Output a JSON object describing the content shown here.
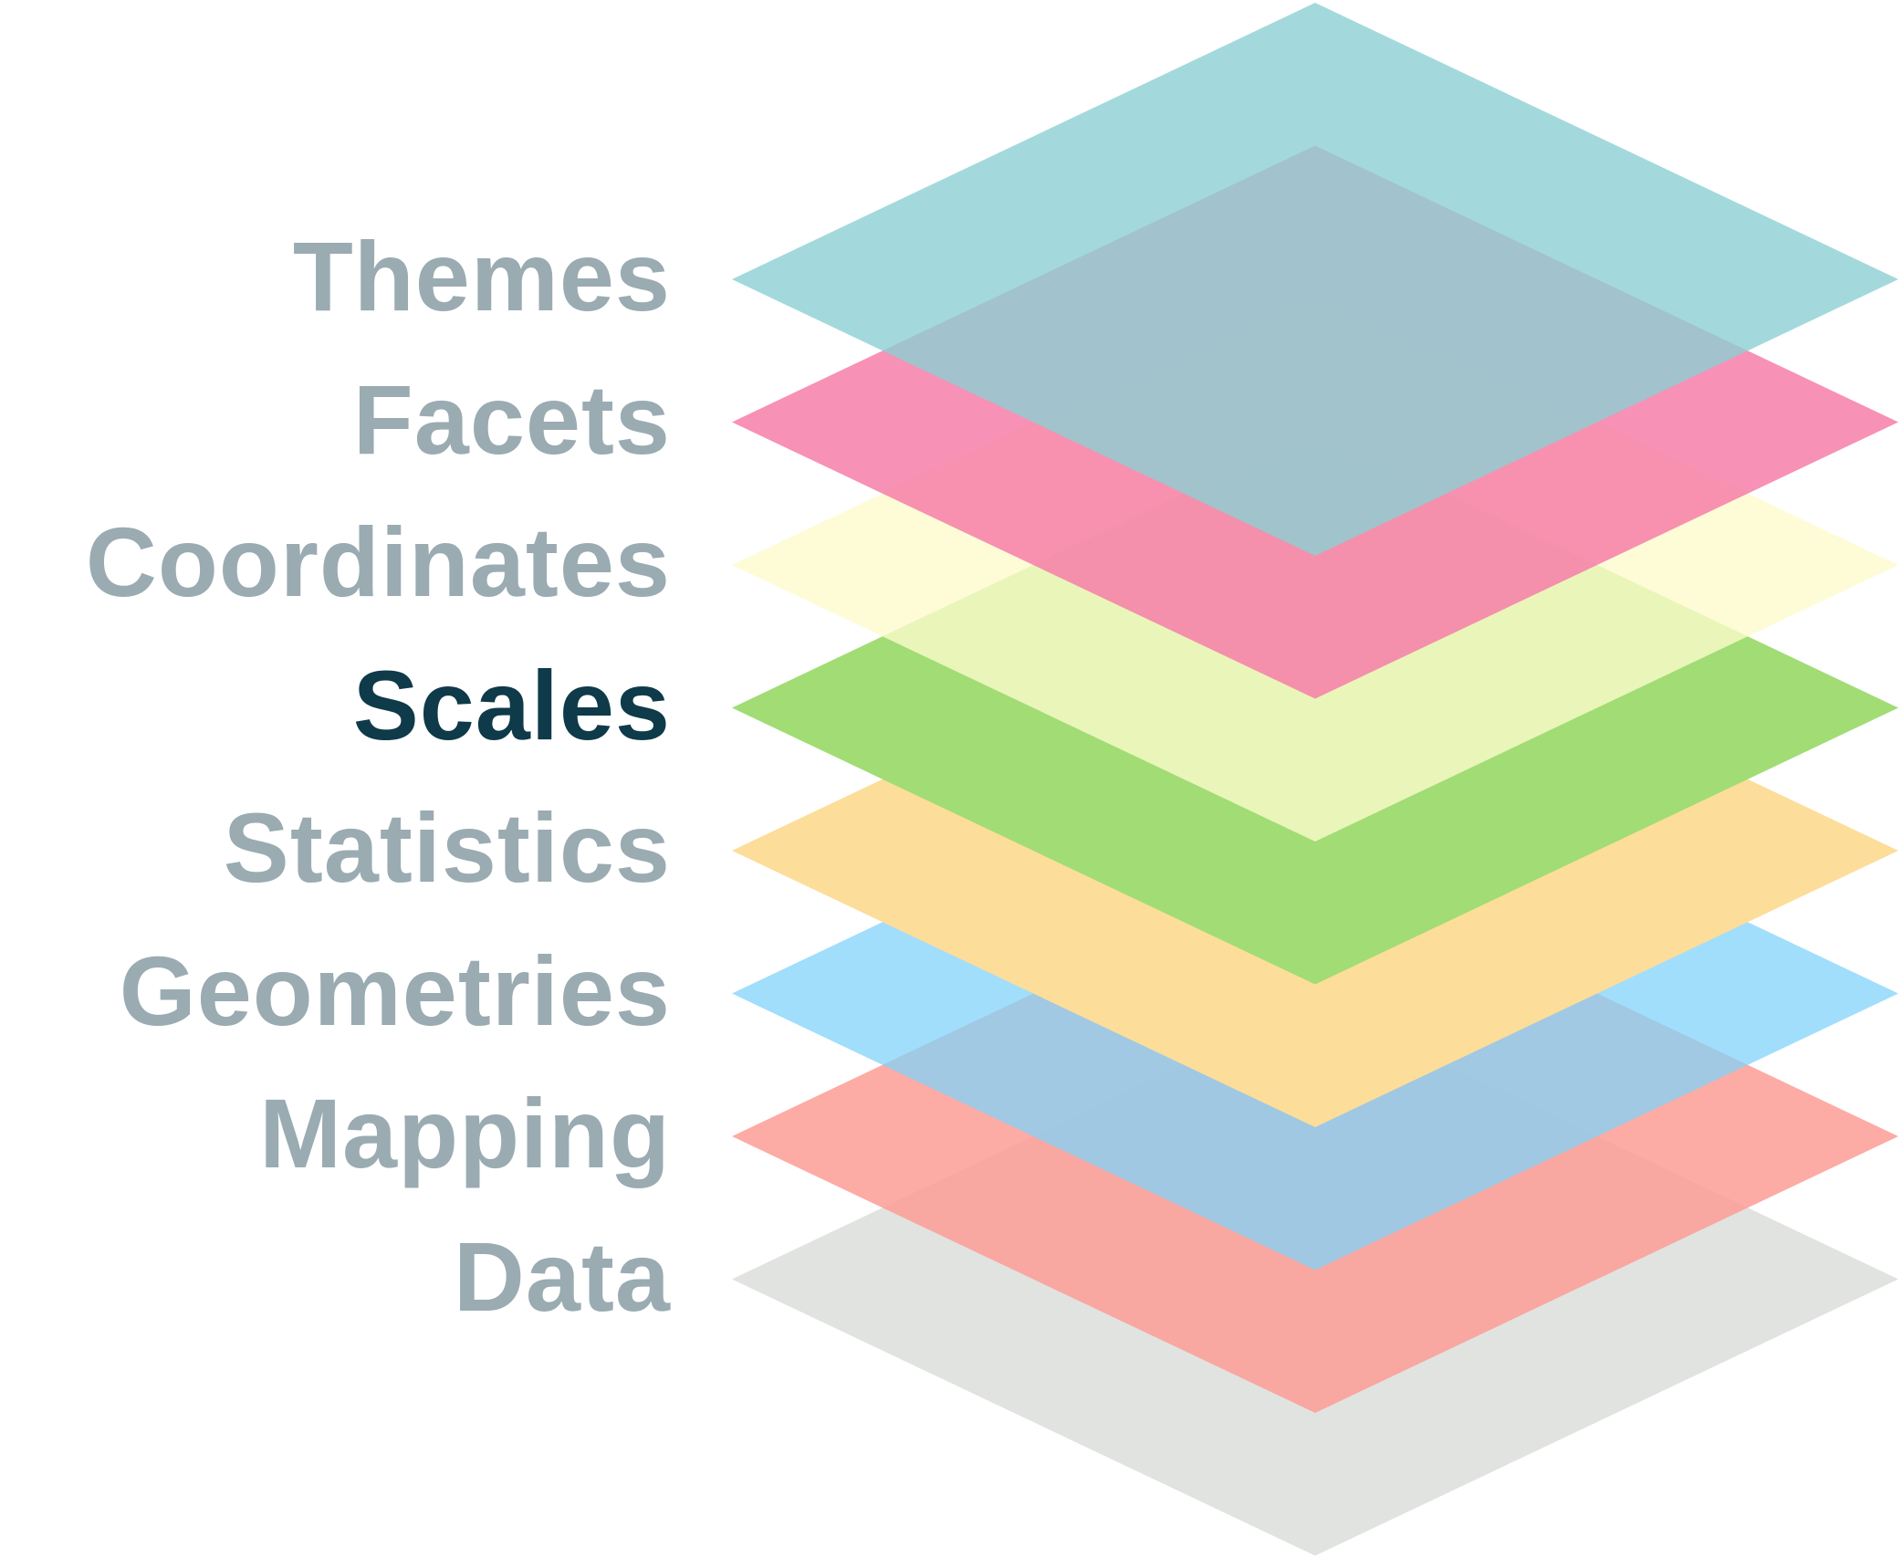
{
  "title": "Layered grammar of graphics",
  "active_layer": "Scales",
  "layers": [
    {
      "label": "Themes",
      "color": "#8ccfd3",
      "opacity": 0.8
    },
    {
      "label": "Facets",
      "color": "#f67ea8",
      "opacity": 0.85
    },
    {
      "label": "Coordinates",
      "color": "#fdfbcc",
      "opacity": 0.8
    },
    {
      "label": "Scales",
      "color": "#a1dc75",
      "opacity": 1.0
    },
    {
      "label": "Statistics",
      "color": "#fcdd9a",
      "opacity": 1.0
    },
    {
      "label": "Geometries",
      "color": "#82d3fa",
      "opacity": 0.75
    },
    {
      "label": "Mapping",
      "color": "#fd9c95",
      "opacity": 0.85
    },
    {
      "label": "Data",
      "color": "#e1e3e0",
      "opacity": 1.0
    }
  ]
}
